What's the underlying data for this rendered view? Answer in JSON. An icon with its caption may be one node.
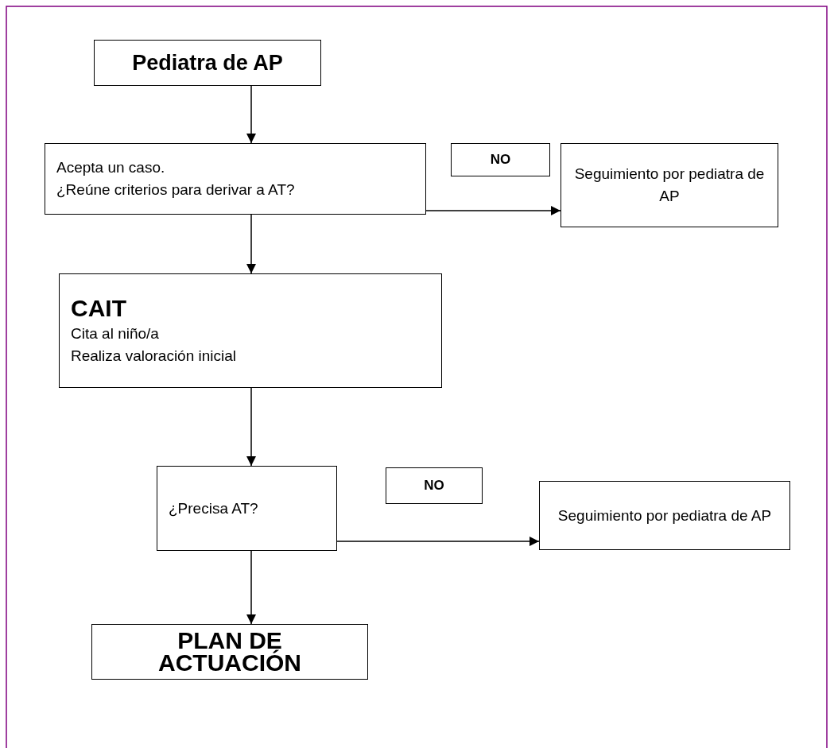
{
  "diagram": {
    "nodes": [
      {
        "text": [
          "Pediatra de AP"
        ]
      },
      {
        "text": [
          "Acepta un caso.",
          "¿Reúne criterios para derivar a AT?"
        ]
      },
      {
        "text": [
          "NO"
        ]
      },
      {
        "text": [
          "Seguimiento por pediatra de AP"
        ]
      },
      {
        "text": [
          "CAIT",
          "Cita al niño/a",
          "Realiza valoración inicial"
        ]
      },
      {
        "text": [
          "¿Precisa AT?"
        ]
      },
      {
        "text": [
          "NO"
        ]
      },
      {
        "text": [
          "Seguimiento por pediatra de AP"
        ]
      },
      {
        "text": [
          "PLAN DE ACTUACIÓN"
        ]
      }
    ],
    "edges": [
      {
        "from": 0,
        "to": 1,
        "arrow": "to"
      },
      {
        "from": 1,
        "to": 3,
        "arrow": "to"
      },
      {
        "from": 1,
        "to": 4,
        "arrow": "to"
      },
      {
        "from": 4,
        "to": 5,
        "arrow": "to"
      },
      {
        "from": 5,
        "to": 7,
        "arrow": "to"
      },
      {
        "from": 5,
        "to": 8,
        "arrow": "to"
      }
    ]
  }
}
